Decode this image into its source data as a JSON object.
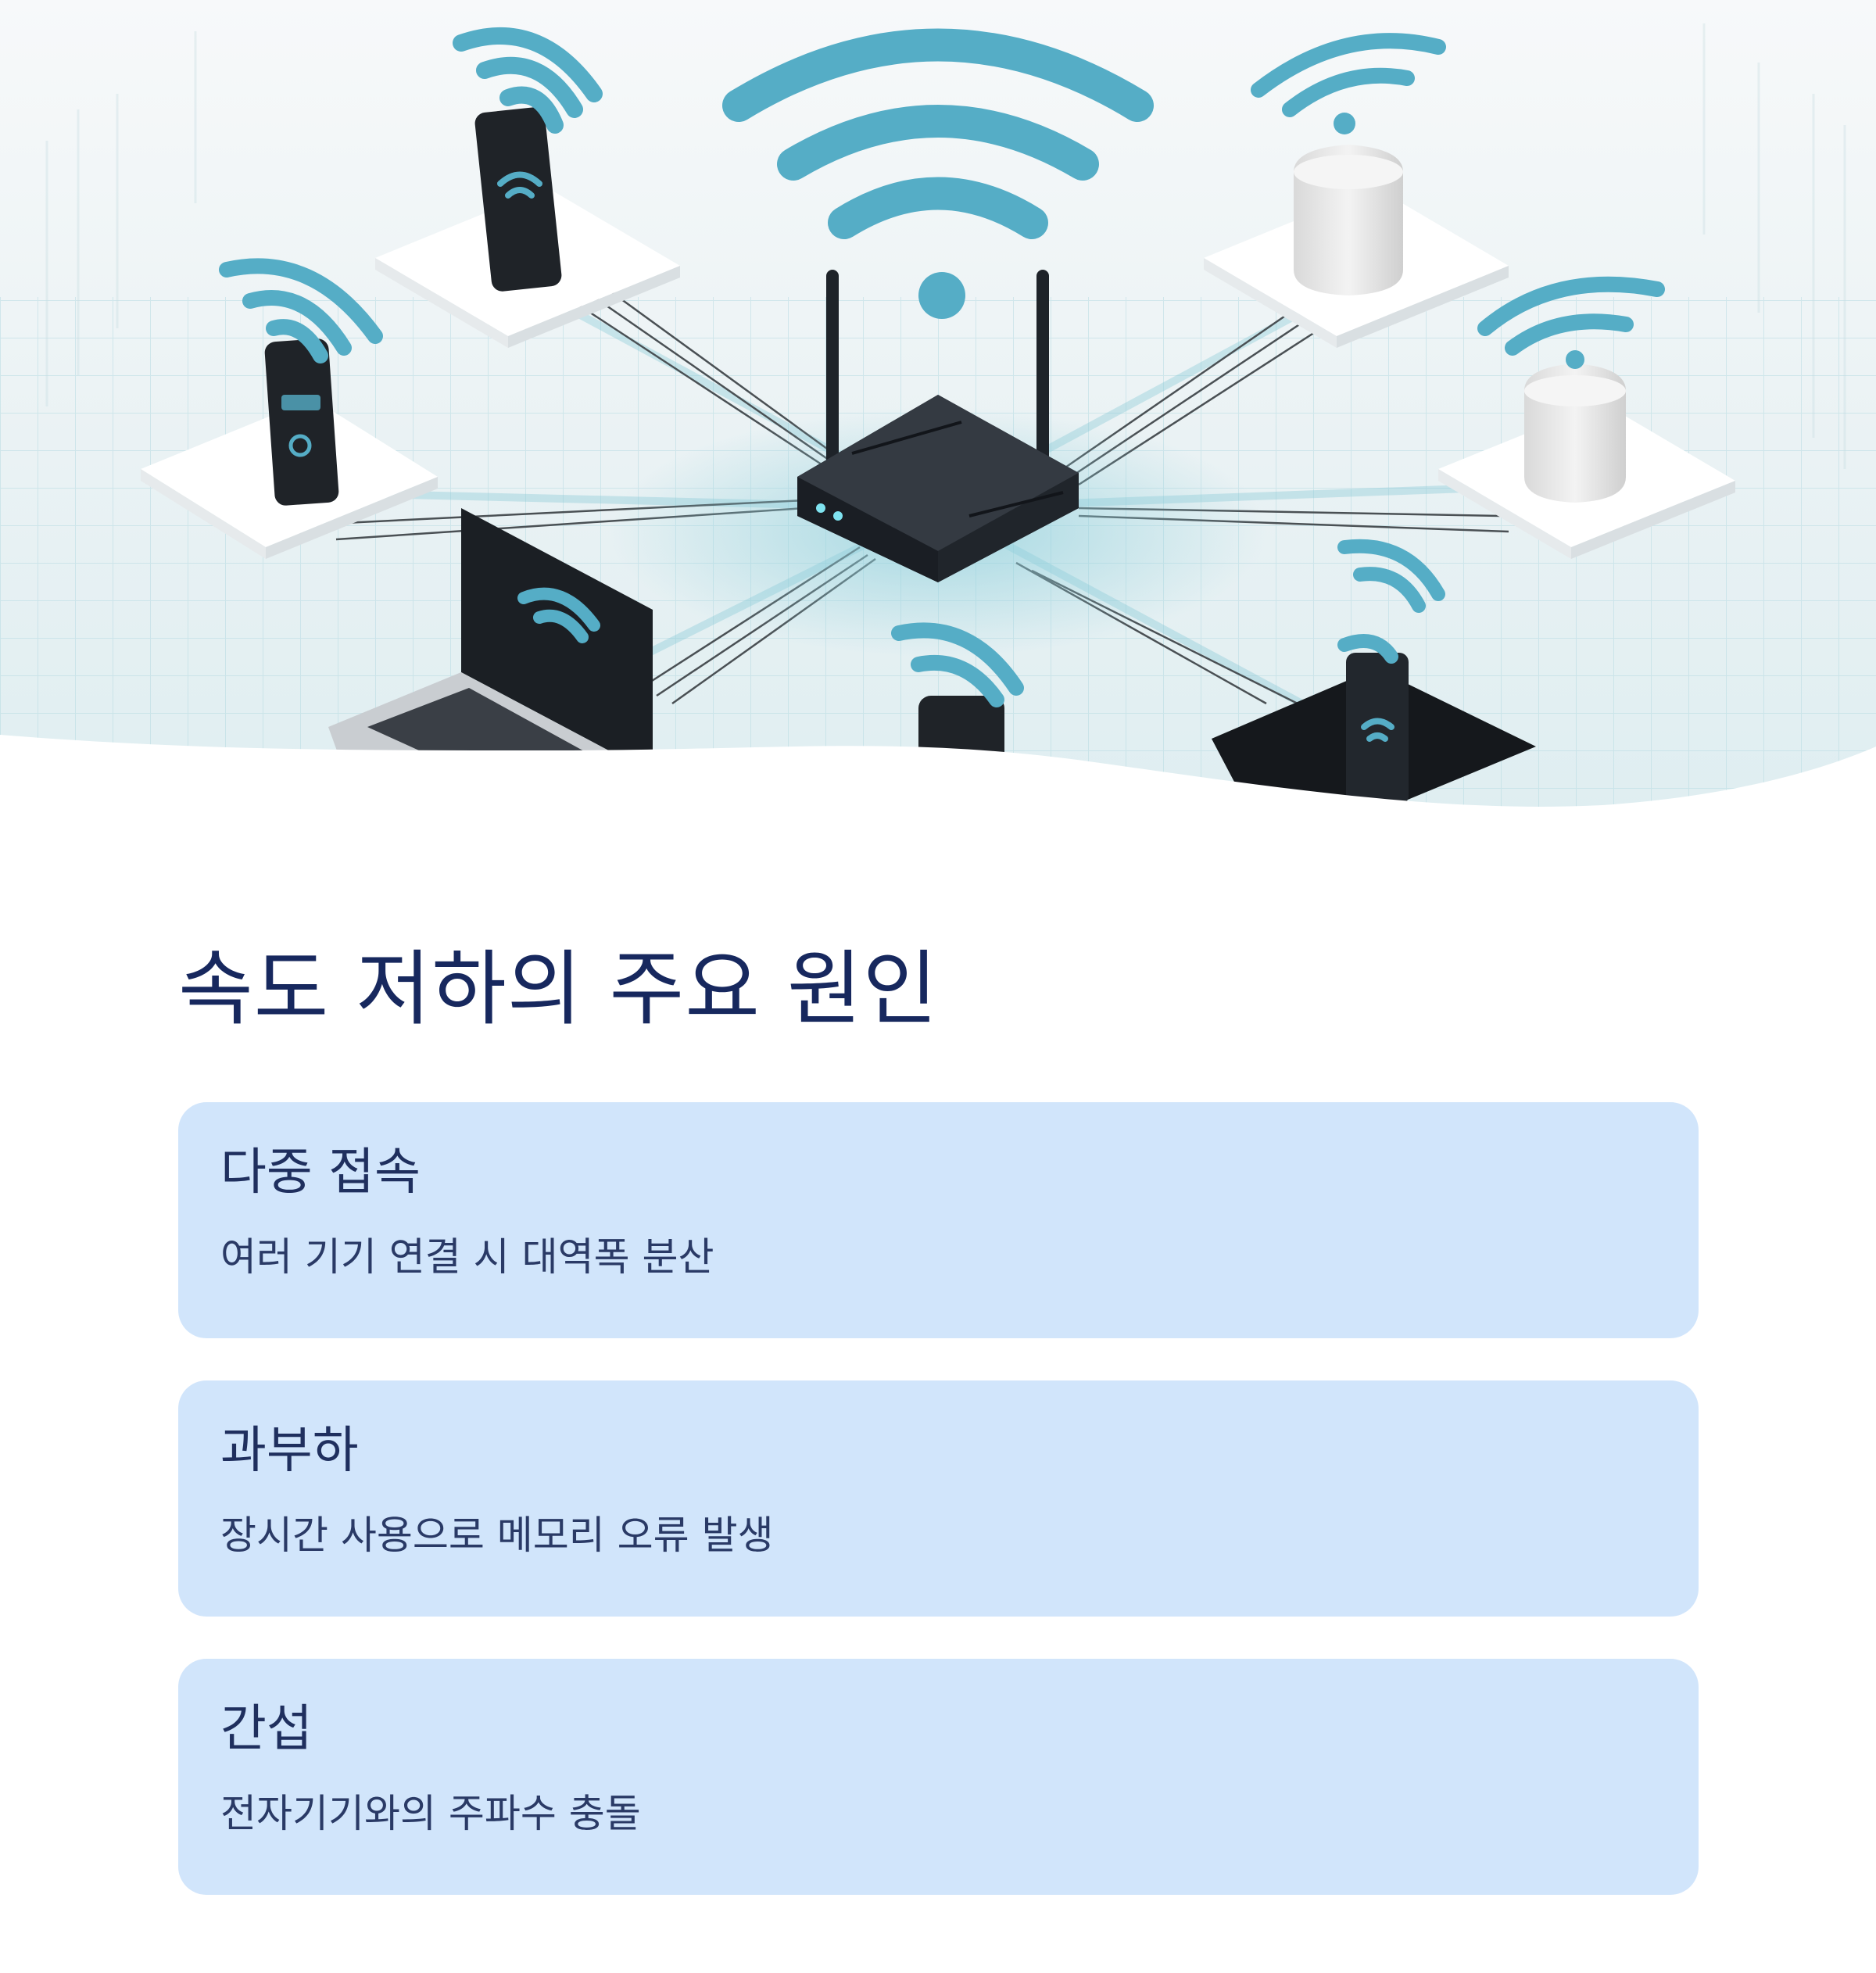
{
  "hero": {
    "image": "wifi-router-network-illustration",
    "colors": {
      "wifi_signal": "#55adc6",
      "router": "#1e2329",
      "platform_white": "#ffffff",
      "platform_dark": "#15181c",
      "grid_glow": "#9fd3de"
    }
  },
  "section": {
    "title": "속도 저하의 주요 원인"
  },
  "causes": [
    {
      "title": "다중 접속",
      "description": "여러 기기 연결 시 대역폭 분산"
    },
    {
      "title": "과부하",
      "description": "장시간 사용으로 메모리 오류 발생"
    },
    {
      "title": "간섭",
      "description": "전자기기와의 주파수 충돌"
    }
  ],
  "colors": {
    "title_text": "#17285e",
    "card_background": "#d1e5fb",
    "card_text": "#1f2f5e"
  }
}
